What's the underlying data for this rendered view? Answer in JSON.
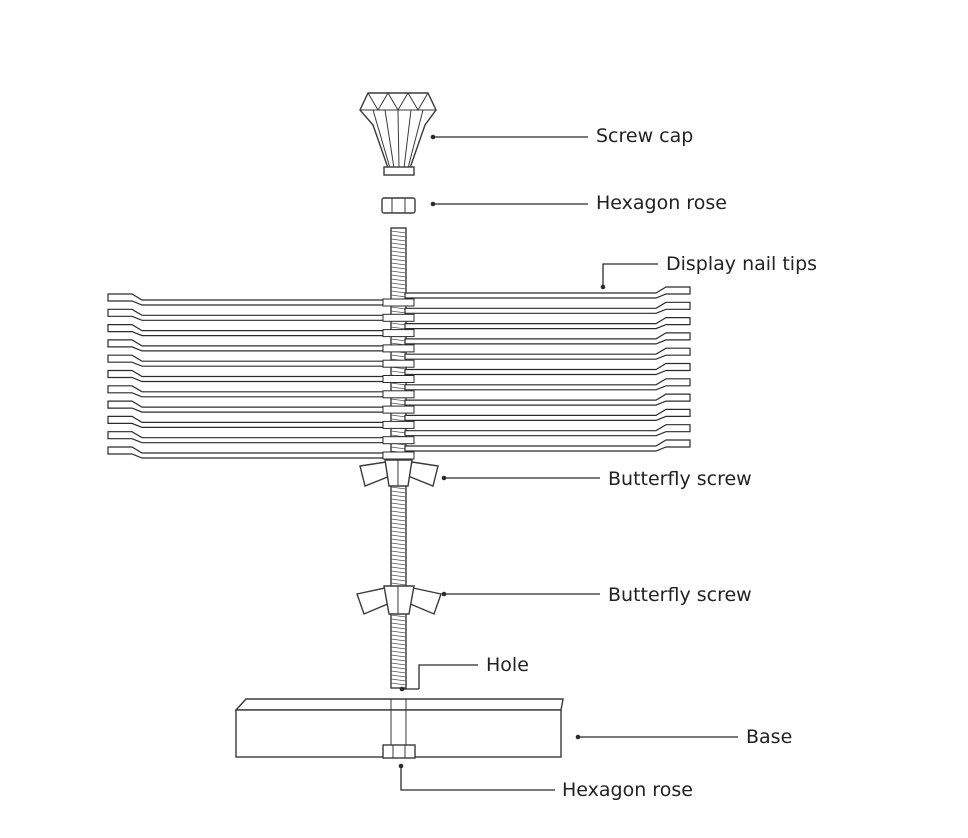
{
  "labels": {
    "screw_cap": "Screw cap",
    "hexagon_rose_top": "Hexagon rose",
    "display_nail_tips": "Display nail tips",
    "butterfly_screw_upper": "Butterfly screw",
    "butterfly_screw_lower": "Butterfly screw",
    "hole": "Hole",
    "base": "Base",
    "hexagon_rose_bottom": "Hexagon rose"
  },
  "colors": {
    "line": "#2b2b2b",
    "text": "#222222",
    "background": "#ffffff"
  }
}
